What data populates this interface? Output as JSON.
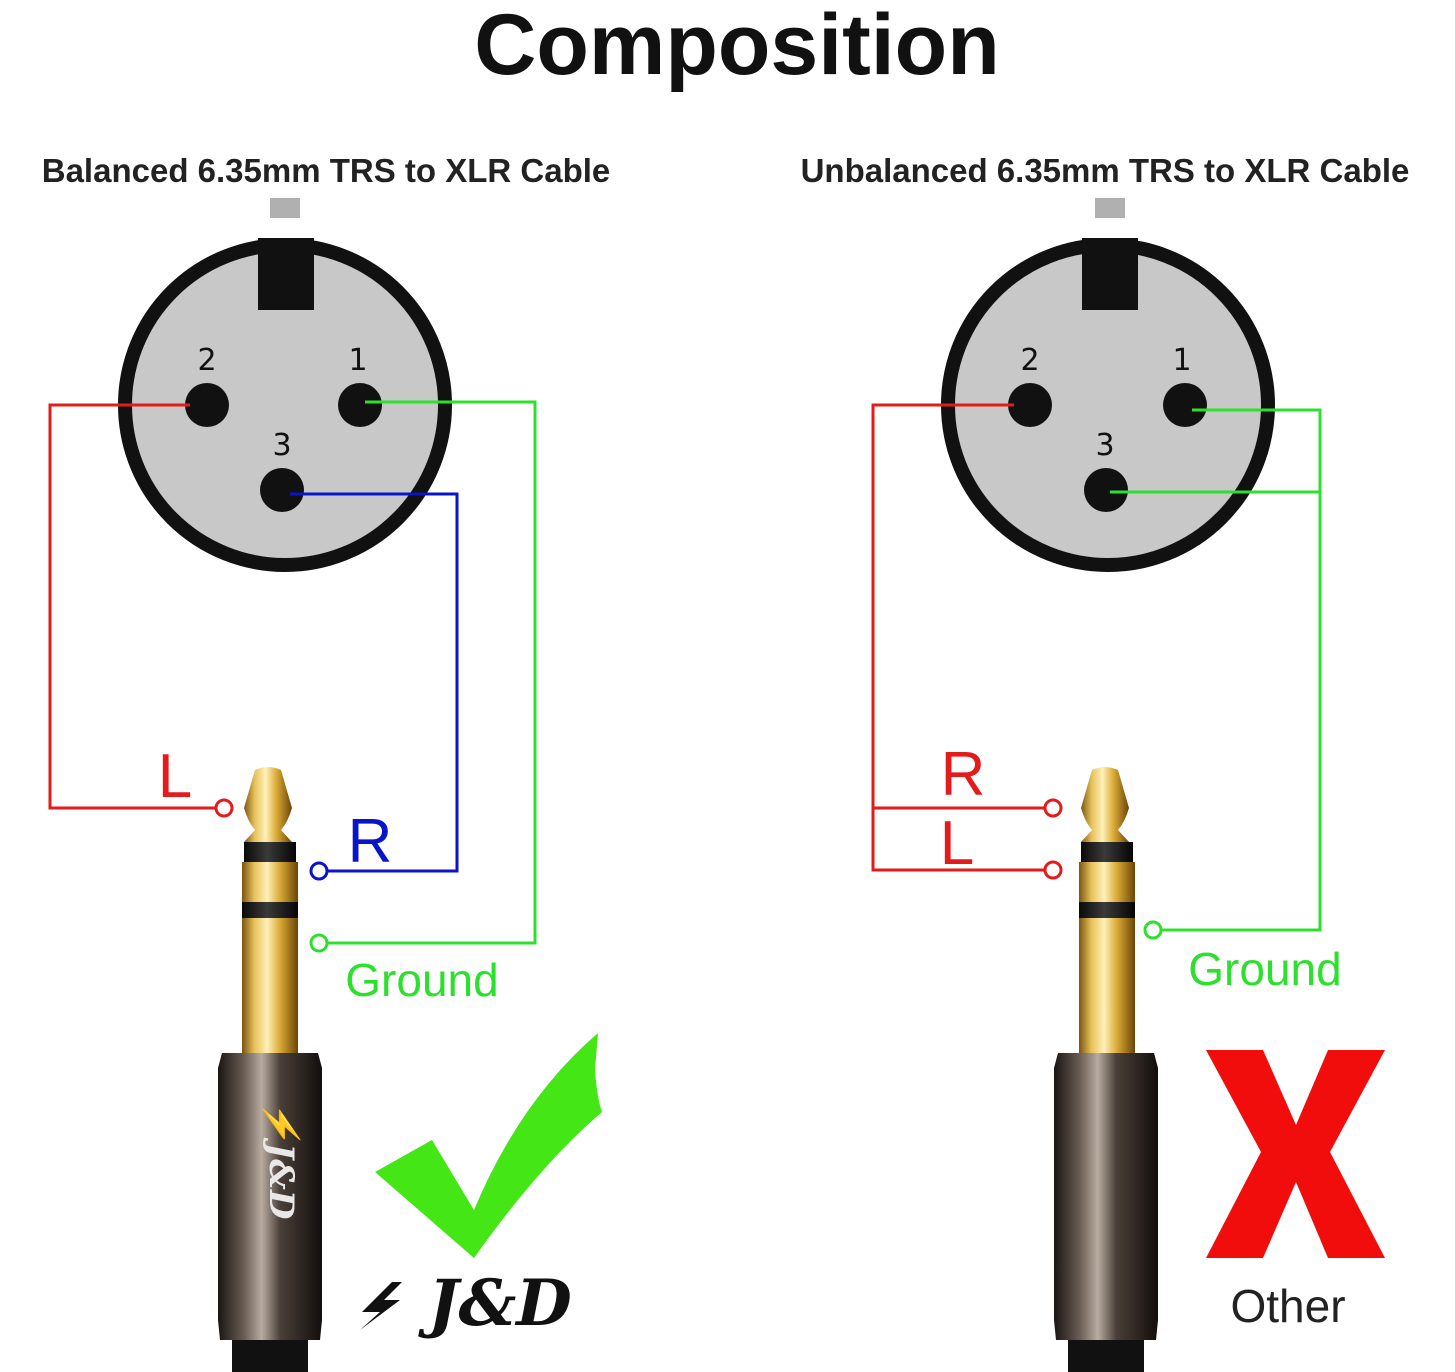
{
  "title": "Composition",
  "colors": {
    "red": "#e31b1b",
    "blue": "#0a14c8",
    "green": "#2ee02e",
    "connector_fill": "#c8c8c8",
    "connector_ring": "#111111",
    "gold": "#d4a530",
    "check": "#44e616",
    "cross": "#f20d0d"
  },
  "panels": {
    "balanced": {
      "heading": "Balanced 6.35mm TRS to XLR Cable",
      "pins": [
        "2",
        "1",
        "3"
      ],
      "labels": {
        "l": "L",
        "r": "R",
        "ground": "Ground"
      },
      "verdict_icon": "checkmark-icon",
      "brand": "J&D"
    },
    "unbalanced": {
      "heading": "Unbalanced 6.35mm TRS to XLR Cable",
      "pins": [
        "2",
        "1",
        "3"
      ],
      "labels": {
        "r": "R",
        "l": "L",
        "ground": "Ground"
      },
      "verdict_icon": "cross-icon",
      "verdict_label": "Other"
    }
  },
  "icons": [
    "xlr-connector-icon",
    "trs-plug-icon",
    "checkmark-icon",
    "cross-icon",
    "brand-logo-icon"
  ]
}
